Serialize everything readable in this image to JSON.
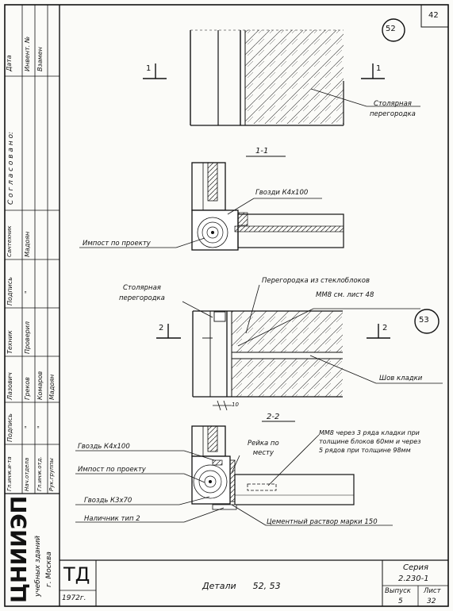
{
  "sheet": {
    "sheet_number": "42",
    "org_name": "ЦНИИЭП",
    "org_subtitle": "учебных зданий",
    "org_city": "г. Москва",
    "td_mark": "ТД",
    "year": "1972г.",
    "title": "Детали      52, 53",
    "series_label": "Серия",
    "series_value": "2.230-1",
    "issue_label": "Выпуск",
    "issue_value": "5",
    "list_label": "Лист",
    "list_value": "32"
  },
  "sidebar": {
    "date": "Дата",
    "inv_no": "Инвент. №",
    "replaces": "Взамен",
    "agreed": "С о г л а с о в а н о:",
    "santehnik": "Сантехник",
    "madoyan_1": "Мадоян",
    "podpis_1": "Подпись",
    "tehnik": "Техник",
    "proveril": "Проверил",
    "lazovich": "Лазович",
    "grekov": "Греков",
    "komarov": "Комаров",
    "madoyan_2": "Мадоян",
    "podpis_2": "Подпись",
    "ditto": "\"",
    "gl_ing": "Гл.инж.и-та",
    "nach_otd": "Нач.отдела",
    "gl_inzh_otd": "Гл.инж.отд.",
    "ruk_gr": "Рук.группы"
  },
  "detail52": {
    "marker": "52",
    "section_mark": "1",
    "section_title": "1-1",
    "label_partition": "Столярная\nперегородка",
    "label_nails": "Гвозди К4х100",
    "label_impost": "Импост по проекту"
  },
  "detail53": {
    "marker": "53",
    "section_mark": "2",
    "section_title": "2-2",
    "label_partition": "Столярная\nперегородка",
    "label_glassblock": "Перегородка из стеклоблоков",
    "label_mm8": "ММ8   см. лист 48",
    "label_joint": "Шов кладки",
    "dim_10": "10",
    "label_nail_k4": "Гвоздь К4х100",
    "label_impost": "Импост по проекту",
    "label_nail_k3": "Гвоздь К3х70",
    "label_casing": "Наличник тип 2",
    "label_rail": "Рейка по\nместу",
    "label_mm8_long": "ММ8 через 3 ряда кладки при\nтолщине блоков 60мм и через\n5 рядов при толщине 98мм",
    "label_cement": "Цементный раствор марки 150"
  }
}
